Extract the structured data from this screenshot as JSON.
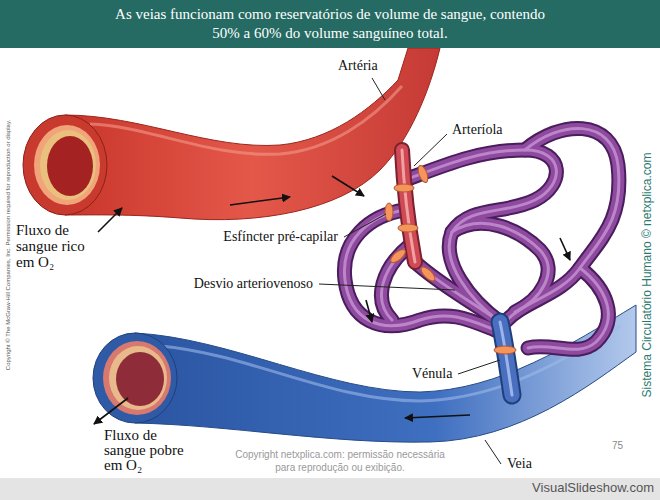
{
  "diagram": {
    "title": "As veias funcionam como reservatórios de volume de sangue, contendo 50% a 60% do volume sanguíneo total.",
    "labels": [
      "Artéria",
      "Arteríola",
      "Esfíncter pré-capilar",
      "Desvio arteriovenoso",
      "Vénula",
      "Veia",
      "Fluxo de sangue rico em O₂",
      "Fluxo de sangue pobre em O₂",
      "Copyright © The McGraw-Hill Companies, Inc. Permission required for reproduction or display.",
      "Sistema Circulatório Humano © netxplica.com",
      "Copyright netxplica.com: permissão necessária para reprodução ou exibição.",
      "75",
      "VisualSlideshow.com"
    ]
  }
}
